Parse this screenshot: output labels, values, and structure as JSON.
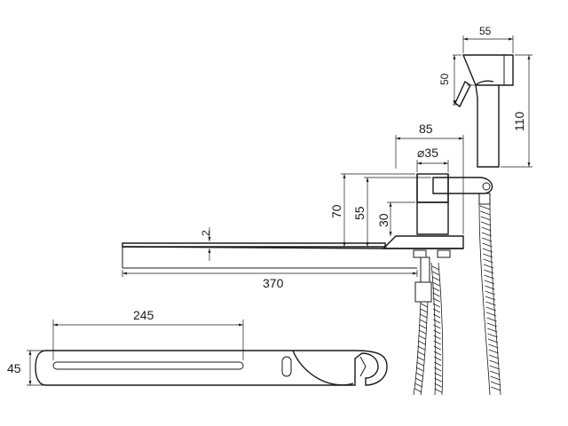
{
  "drawing": {
    "dimensions": {
      "head_width": "55",
      "head_lever_height": "50",
      "head_height": "110",
      "body_width": "85",
      "cartridge_diameter": "⌀35",
      "total_height": "70",
      "lever_height": "55",
      "base_height": "30",
      "spout_thickness": "2",
      "spout_length": "370",
      "plan_length": "245",
      "plan_width": "45"
    }
  }
}
